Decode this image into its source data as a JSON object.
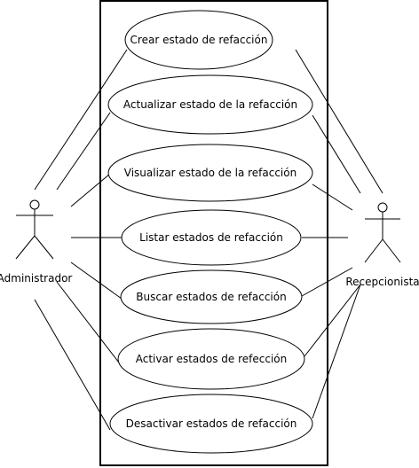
{
  "actors": {
    "left": {
      "name": "Administrador"
    },
    "right": {
      "name": "Recepcionista"
    }
  },
  "use_cases": [
    {
      "label": "Crear estado de refacción"
    },
    {
      "label": "Actualizar estado de la refacción"
    },
    {
      "label": "Visualizar estado de la refacción"
    },
    {
      "label": "Listar estados de refacción"
    },
    {
      "label": "Buscar estados de refacción"
    },
    {
      "label": "Activar estados de refección"
    },
    {
      "label": "Desactivar estados de refacción"
    }
  ]
}
